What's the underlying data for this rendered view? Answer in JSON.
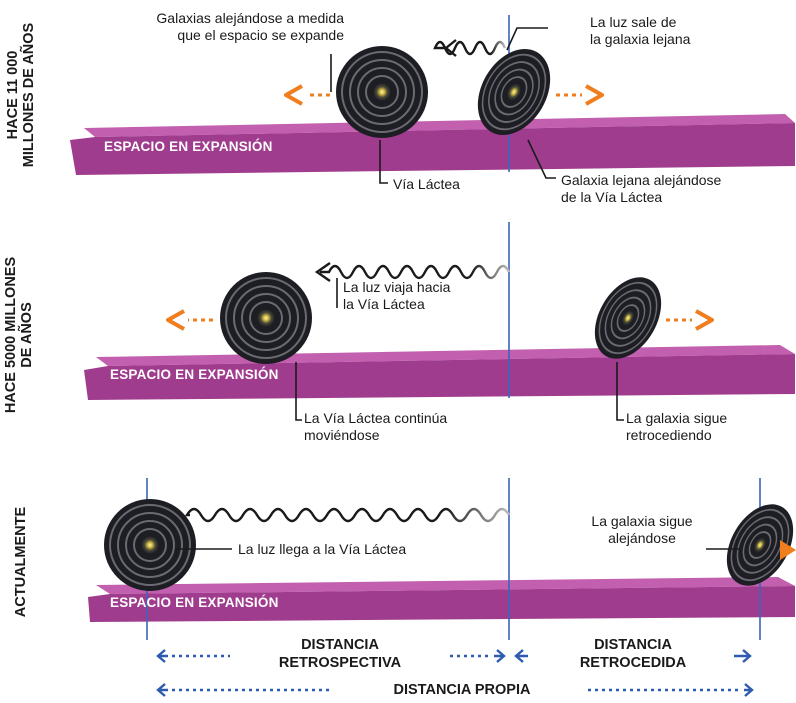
{
  "panels": [
    {
      "time_label": [
        "HACE 11 000",
        "MILLONES DE AÑOS"
      ],
      "band": "ESPACIO EN EXPANSIÓN",
      "labels": {
        "galaxies_receding": [
          "Galaxias alejándose a medida",
          "que el espacio se expande"
        ],
        "light_leaves": [
          "La luz sale de",
          "la galaxia lejana"
        ],
        "milky_way": "Vía Láctea",
        "distant_galaxy": [
          "Galaxia lejana alejándose",
          "de la Vía Láctea"
        ]
      }
    },
    {
      "time_label": [
        "HACE 5000 MILLONES",
        "DE AÑOS"
      ],
      "band": "ESPACIO EN EXPANSIÓN",
      "labels": {
        "light_travels": [
          "La luz viaja hacia",
          "la Vía Láctea"
        ],
        "milky_way_moving": [
          "La Vía Láctea continúa",
          "moviéndose"
        ],
        "galaxy_receding": [
          "La galaxia sigue",
          "retrocediendo"
        ]
      }
    },
    {
      "time_label": [
        "ACTUALMENTE"
      ],
      "band": "ESPACIO EN EXPANSIÓN",
      "labels": {
        "light_arrives": "La luz llega a la Vía Láctea",
        "galaxy_moving_away": [
          "La galaxia sigue",
          "alejándose"
        ]
      }
    }
  ],
  "distances": {
    "lookback": [
      "DISTANCIA",
      "RETROSPECTIVA"
    ],
    "recession": [
      "DISTANCIA",
      "RETROCEDIDA"
    ],
    "proper": "DISTANCIA PROPIA"
  },
  "colors": {
    "band": "#a03c8e",
    "band_top": "#c25fae",
    "arrow_orange": "#f07d1e",
    "guide_blue": "#3a66b8",
    "galaxy_dark": "#1d1d24"
  }
}
